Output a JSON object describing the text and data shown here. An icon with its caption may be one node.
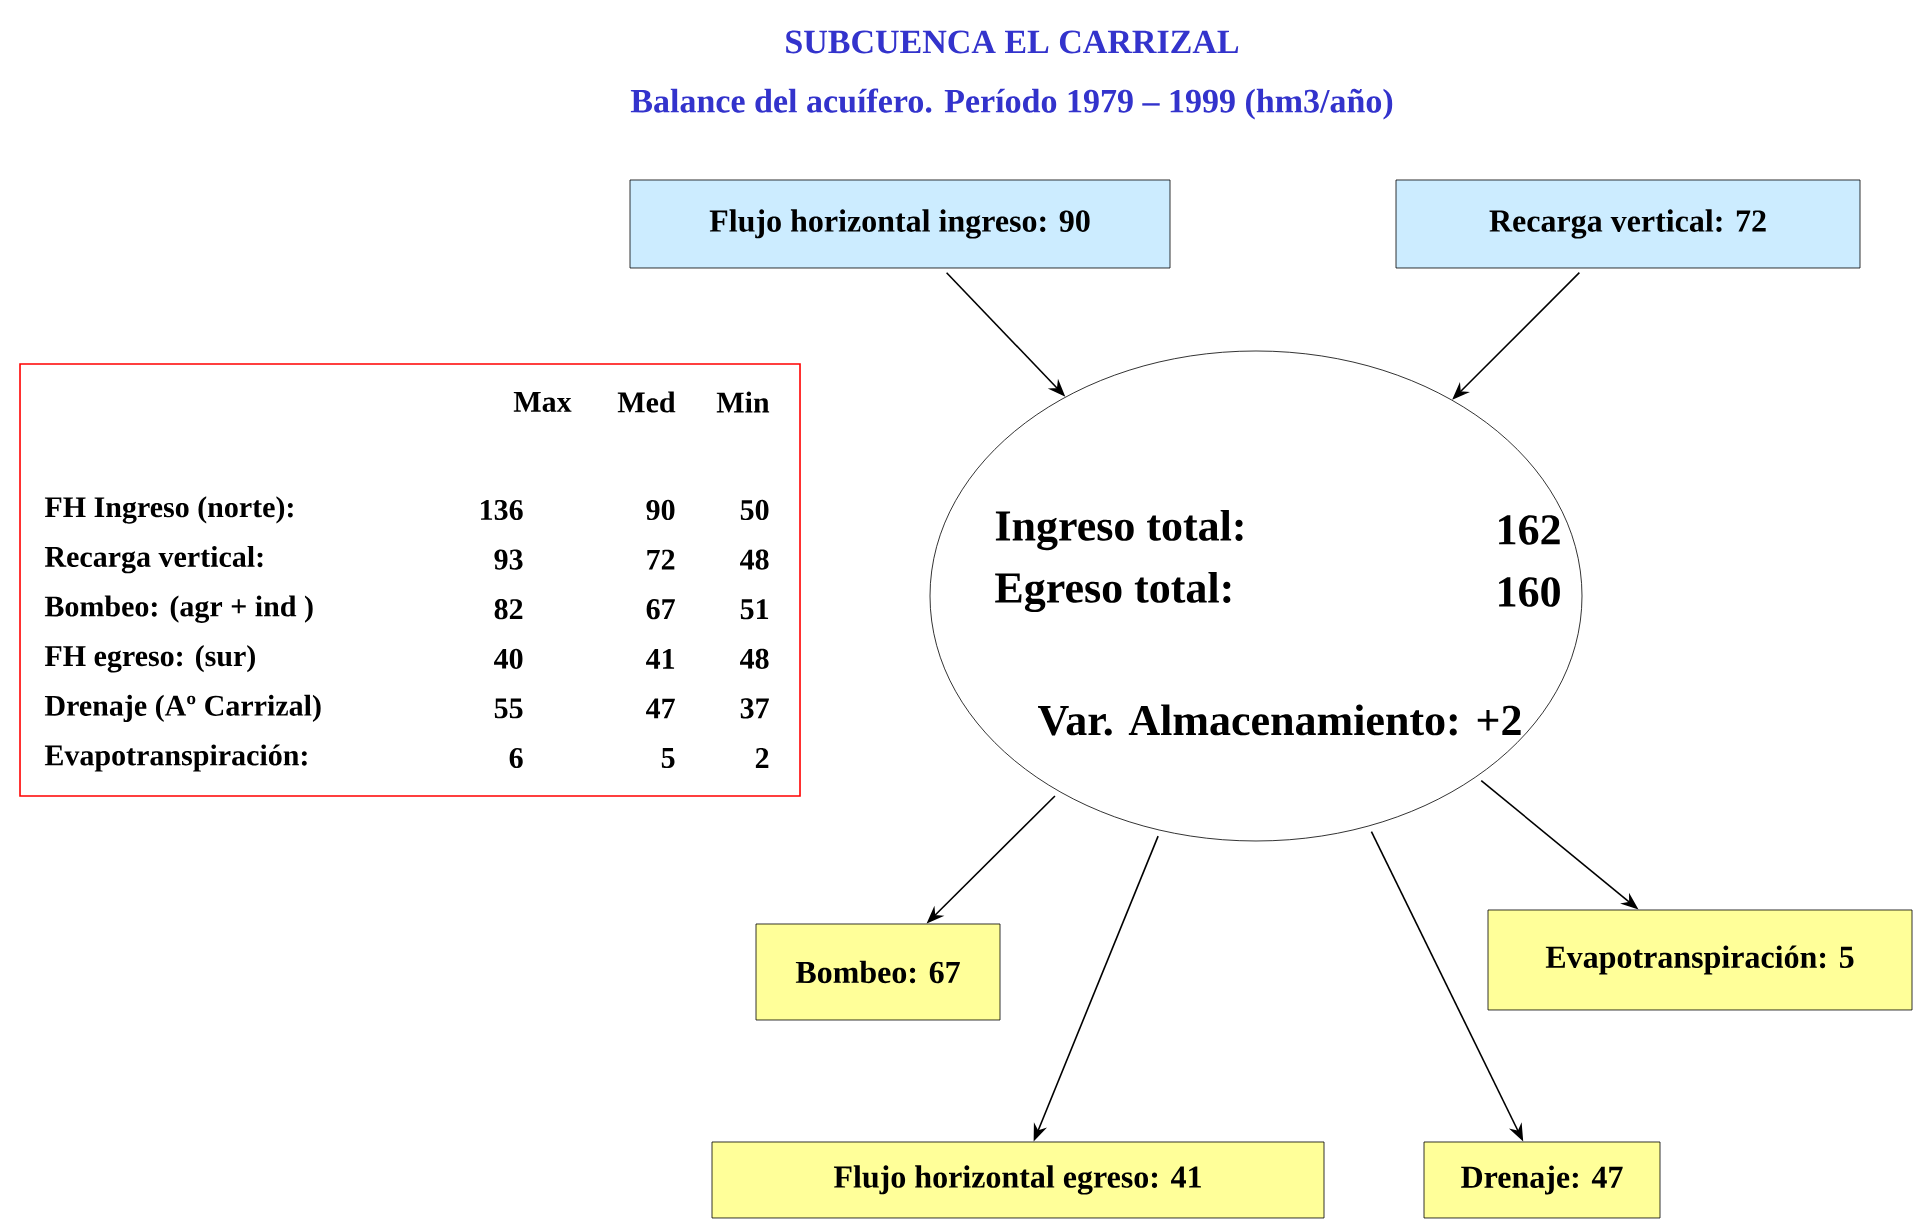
{
  "diagram": {
    "title": "SUBCUENCA EL CARRIZAL",
    "nodes": [
      {
        "text": [
          "Flujo horizontal ingreso: 90"
        ]
      },
      {
        "text": [
          "Recarga vertical: 72"
        ]
      },
      {
        "text": [
          "Ingreso total:",
          "162",
          "Egreso total:",
          "160",
          "Var. Almacenamiento: +2"
        ]
      },
      {
        "text": [
          "Bombeo: 67"
        ]
      },
      {
        "text": [
          "Evapotranspiración: 5"
        ]
      },
      {
        "text": [
          "Flujo horizontal egreso: 41"
        ]
      },
      {
        "text": [
          "Drenaje: 47"
        ]
      }
    ],
    "edges": [
      {
        "from": 0,
        "to": 2,
        "arrow": "to"
      },
      {
        "from": 1,
        "to": 2,
        "arrow": "to"
      },
      {
        "from": 2,
        "to": 3,
        "arrow": "to"
      },
      {
        "from": 2,
        "to": 4,
        "arrow": "to"
      },
      {
        "from": 2,
        "to": 5,
        "arrow": "to"
      },
      {
        "from": 2,
        "to": 6,
        "arrow": "to"
      }
    ],
    "labels": [
      "Balance del acuífero. Período 1979 – 1999 (hm3/año)",
      "Max",
      "Med",
      "Min",
      "FH Ingreso (norte):",
      "136",
      "90",
      "50",
      "Recarga vertical:",
      "93",
      "72",
      "48",
      "Bombeo: (agr + ind )",
      "82",
      "67",
      "51",
      "FH egreso: (sur)",
      "40",
      "41",
      "48",
      "Drenaje (Aº Carrizal)",
      "55",
      "47",
      "37",
      "Evapotranspiración:",
      "6",
      "5",
      "2"
    ]
  }
}
